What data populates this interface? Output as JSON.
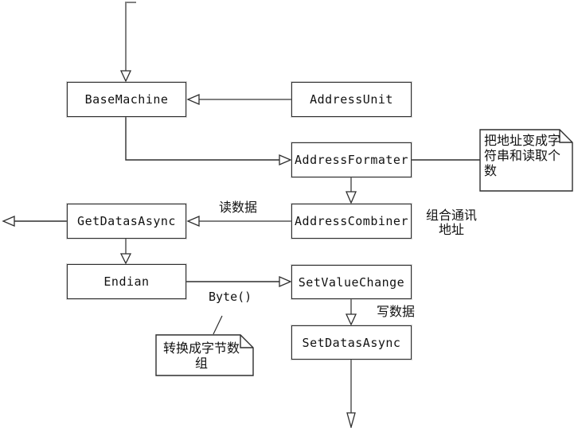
{
  "diagram": {
    "nodes": {
      "base_machine": {
        "label": "BaseMachine"
      },
      "address_unit": {
        "label": "AddressUnit"
      },
      "address_formater": {
        "label": "AddressFormater"
      },
      "get_datas_async": {
        "label": "GetDatasAsync"
      },
      "address_combiner": {
        "label": "AddressCombiner"
      },
      "endian": {
        "label": "Endian"
      },
      "set_value_change": {
        "label": "SetValueChange"
      },
      "set_datas_async": {
        "label": "SetDatasAsync"
      }
    },
    "notes": {
      "format_note": {
        "text": "把地址变成字符串和读取个数"
      },
      "byte_note": {
        "text": "转换成字节数组"
      }
    },
    "edge_labels": {
      "read_data": "读数据",
      "combine_address": "组合通讯地址",
      "byte_call": "Byte()",
      "write_data": "写数据"
    },
    "colors": {
      "background": "#ffffff",
      "line_gray": "#808080",
      "line_dark": "#2e2e2e",
      "box_border": "#2f2f2f"
    }
  }
}
